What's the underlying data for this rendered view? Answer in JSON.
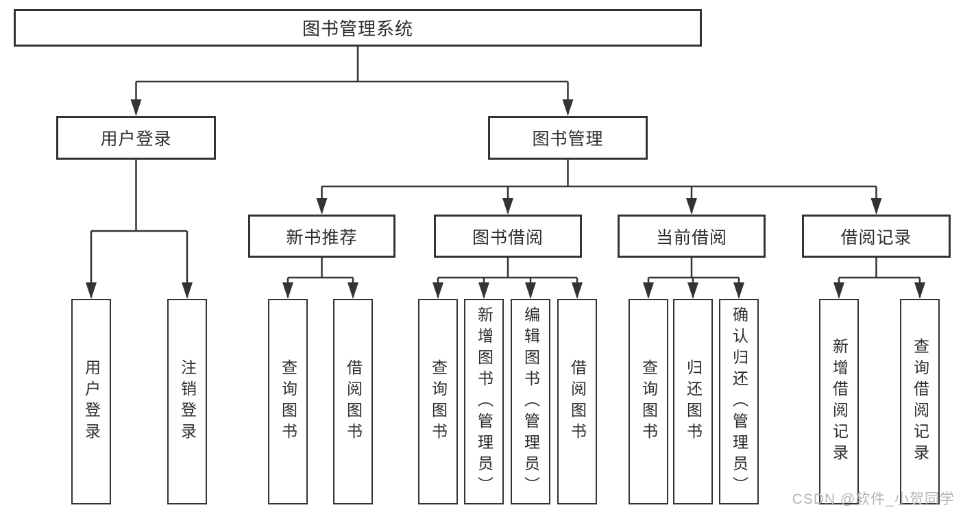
{
  "tree": {
    "root": "图书管理系统",
    "branches": [
      {
        "label": "用户登录",
        "children": [
          "用户登录",
          "注销登录"
        ]
      },
      {
        "label": "图书管理",
        "groups": [
          {
            "label": "新书推荐",
            "children": [
              "查询图书",
              "借阅图书"
            ]
          },
          {
            "label": "图书借阅",
            "children": [
              "查询图书",
              "新增图书（管理员）",
              "编辑图书（管理员）",
              "借阅图书"
            ]
          },
          {
            "label": "当前借阅",
            "children": [
              "查询图书",
              "归还图书",
              "确认归还（管理员）"
            ]
          },
          {
            "label": "借阅记录",
            "children": [
              "新增借阅记录",
              "查询借阅记录"
            ]
          }
        ]
      }
    ]
  },
  "watermark": "CSDN @软件_小贺同学",
  "colors": {
    "line": "#333333",
    "text": "#2d2d2d",
    "watermark": "#b5b5b5",
    "background": "#ffffff"
  }
}
